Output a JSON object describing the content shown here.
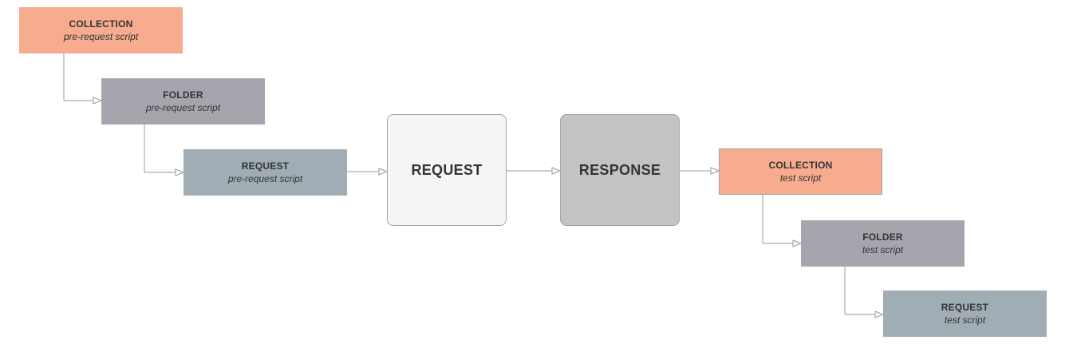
{
  "colors": {
    "collection": "#f7ac90",
    "folder": "#a8a4ad",
    "request": "#a1adb5",
    "request_main": "#f5f5f5",
    "response_main": "#c3c3c3",
    "border": "#a3a3a3",
    "connector": "#9a9a9a"
  },
  "pre": {
    "collection": {
      "title": "COLLECTION",
      "subtitle": "pre-request script"
    },
    "folder": {
      "title": "FOLDER",
      "subtitle": "pre-request script"
    },
    "request": {
      "title": "REQUEST",
      "subtitle": "pre-request script"
    }
  },
  "main": {
    "request": "REQUEST",
    "response": "RESPONSE"
  },
  "post": {
    "collection": {
      "title": "COLLECTION",
      "subtitle": "test script"
    },
    "folder": {
      "title": "FOLDER",
      "subtitle": "test script"
    },
    "request": {
      "title": "REQUEST",
      "subtitle": "test script"
    }
  }
}
